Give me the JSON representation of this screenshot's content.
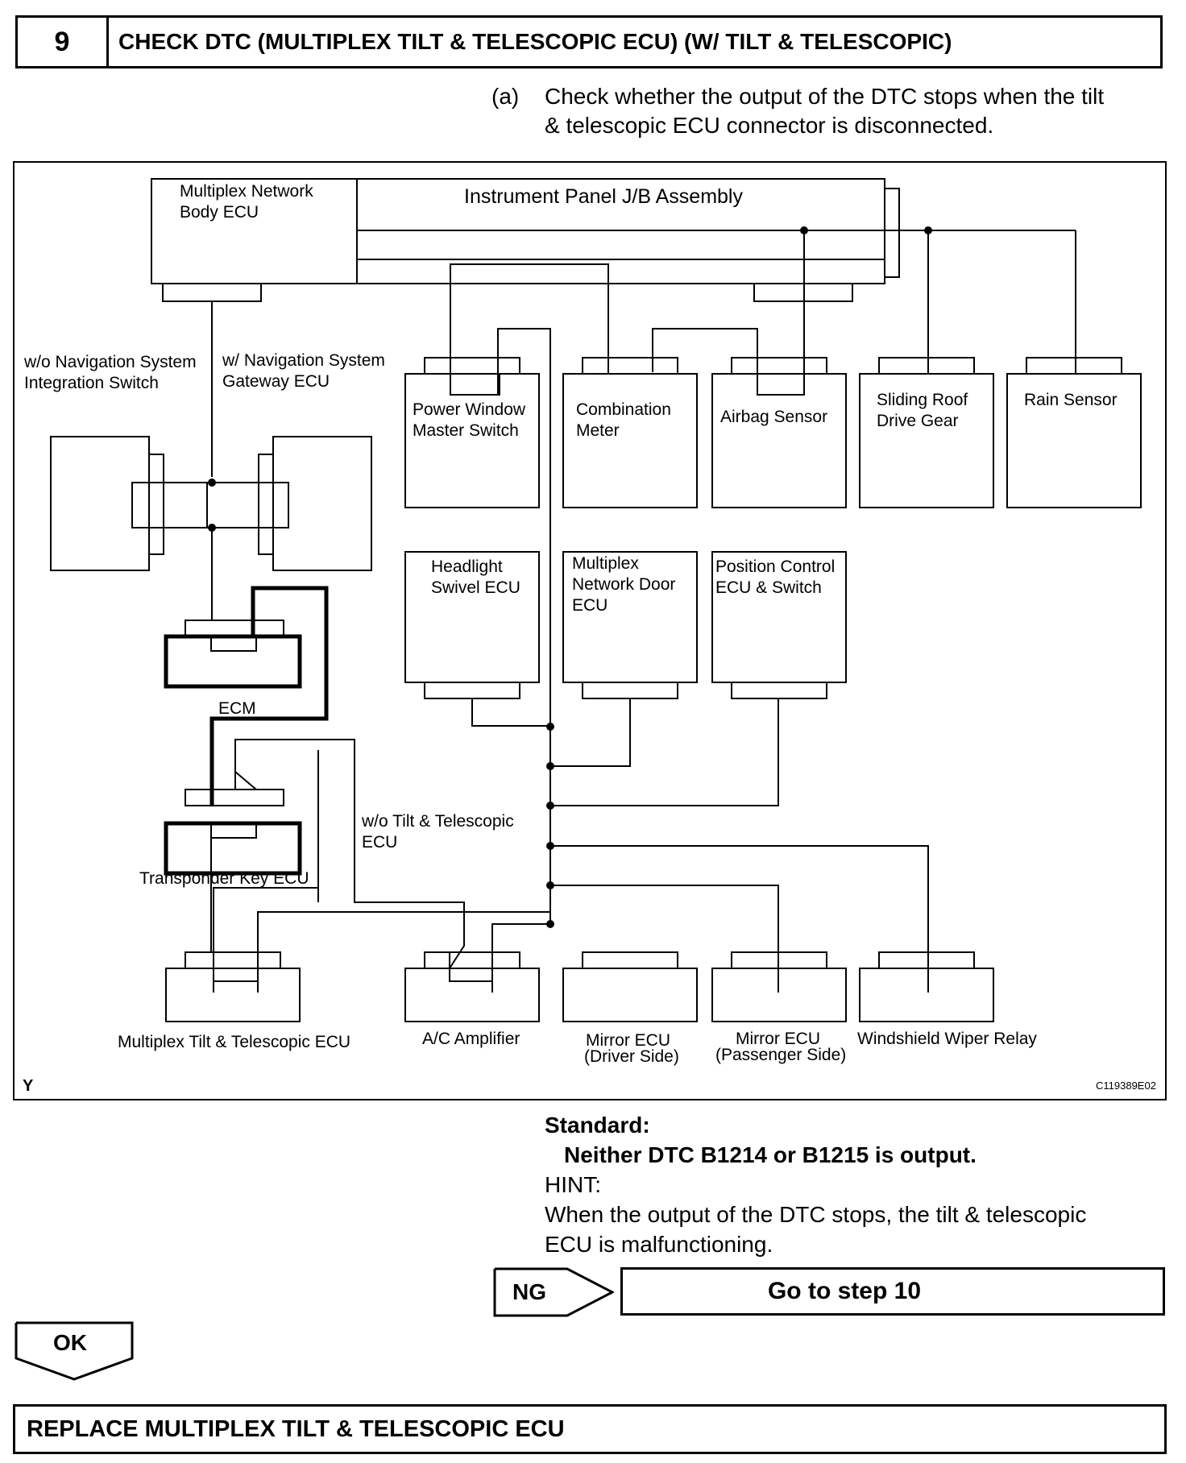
{
  "step": {
    "number": "9",
    "title": "CHECK DTC (MULTIPLEX TILT & TELESCOPIC ECU) (W/ TILT & TELESCOPIC)"
  },
  "instruction": {
    "label": "(a)",
    "text_line1": "Check whether the output of the DTC stops when the tilt",
    "text_line2": "& telescopic ECU connector is disconnected."
  },
  "diagram": {
    "body_ecu_line1": "Multiplex Network",
    "body_ecu_line2": "Body ECU",
    "jb_assembly": "Instrument Panel J/B Assembly",
    "wo_nav_line1": "w/o Navigation System",
    "wo_nav_line2": "Integration Switch",
    "w_nav_line1": "w/ Navigation System",
    "w_nav_line2": "Gateway ECU",
    "power_window_line1": "Power Window",
    "power_window_line2": "Master Switch",
    "combination_line1": "Combination",
    "combination_line2": "Meter",
    "airbag": "Airbag Sensor",
    "sliding_roof_line1": "Sliding Roof",
    "sliding_roof_line2": "Drive Gear",
    "rain_sensor": "Rain Sensor",
    "headlight_line1": "Headlight",
    "headlight_line2": "Swivel ECU",
    "door_ecu_line1": "Multiplex",
    "door_ecu_line2": "Network Door",
    "door_ecu_line3": "ECU",
    "position_line1": "Position Control",
    "position_line2": "ECU & Switch",
    "ecm": "ECM",
    "transponder": "Transponder Key ECU",
    "wo_tilt_line1": "w/o Tilt & Telescopic",
    "wo_tilt_line2": "ECU",
    "tilt_ecu": "Multiplex Tilt & Telescopic ECU",
    "ac_amp": "A/C Amplifier",
    "mirror_driver_line1": "Mirror ECU",
    "mirror_driver_line2": "(Driver Side)",
    "mirror_pass_line1": "Mirror ECU",
    "mirror_pass_line2": "(Passenger Side)",
    "wiper_relay": "Windshield Wiper Relay",
    "corner_letter": "Y",
    "figure_code": "C119389E02"
  },
  "standard": {
    "label": "Standard:",
    "value": "Neither DTC B1214 or B1215 is output.",
    "hint_label": "HINT:",
    "hint_line1": "When the output of the DTC stops, the tilt & telescopic",
    "hint_line2": "ECU is malfunctioning."
  },
  "ng": {
    "label": "NG",
    "goto": "Go to step 10"
  },
  "ok": {
    "label": "OK"
  },
  "final_action": "REPLACE MULTIPLEX TILT & TELESCOPIC ECU"
}
